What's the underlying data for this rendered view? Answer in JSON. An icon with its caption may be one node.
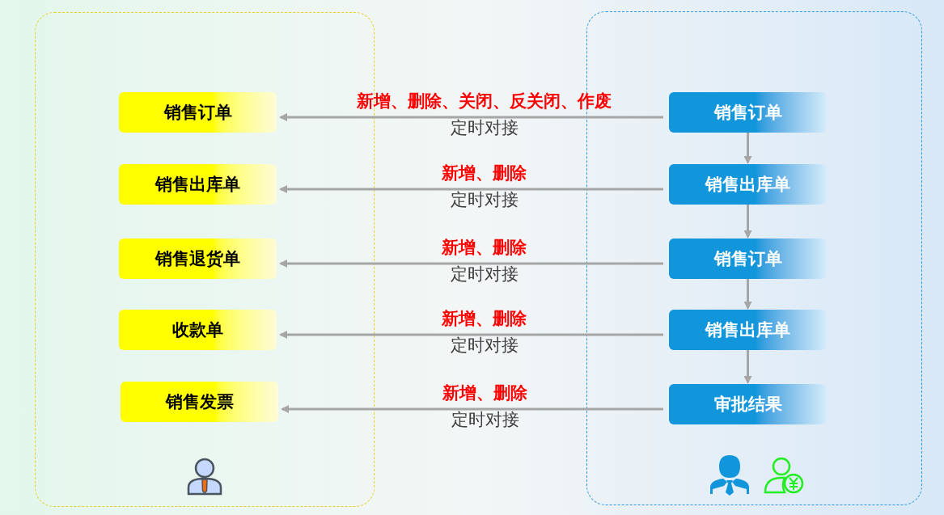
{
  "diagram": {
    "nodes": [
      {
        "text": [],
        "shape": "box"
      },
      {
        "text": [],
        "shape": "box"
      },
      {
        "text": [
          "销售订单"
        ],
        "in": 0
      },
      {
        "text": [
          "销售出库单"
        ],
        "in": 0
      },
      {
        "text": [
          "销售退货单"
        ],
        "in": 0
      },
      {
        "text": [
          "收款单"
        ],
        "in": 0
      },
      {
        "text": [
          "销售发票"
        ],
        "in": 0
      },
      {
        "text": [
          "销售订单"
        ],
        "in": 1
      },
      {
        "text": [
          "销售出库单"
        ],
        "in": 1
      },
      {
        "text": [
          "销售订单"
        ],
        "in": 1
      },
      {
        "text": [
          "销售出库单"
        ],
        "in": 1
      },
      {
        "text": [
          "审批结果"
        ],
        "in": 1
      }
    ],
    "edges": [
      {
        "from": 7,
        "to": 2,
        "arrow": "to",
        "label": "新增、删除、关闭、反关闭、作废"
      },
      {
        "from": 8,
        "to": 3,
        "arrow": "to",
        "label": "新增、删除"
      },
      {
        "from": 9,
        "to": 4,
        "arrow": "to",
        "label": "新增、删除"
      },
      {
        "from": 10,
        "to": 5,
        "arrow": "to",
        "label": "新增、删除"
      },
      {
        "from": 11,
        "to": 6,
        "arrow": "to",
        "label": "新增、删除"
      },
      {
        "from": 7,
        "to": 8,
        "arrow": "to"
      },
      {
        "from": 8,
        "to": 9,
        "arrow": "to"
      },
      {
        "from": 9,
        "to": 10,
        "arrow": "to"
      },
      {
        "from": 10,
        "to": 11,
        "arrow": "to"
      }
    ],
    "labels": [
      "定时对接",
      "定时对接",
      "定时对接",
      "定时对接",
      "定时对接"
    ]
  }
}
